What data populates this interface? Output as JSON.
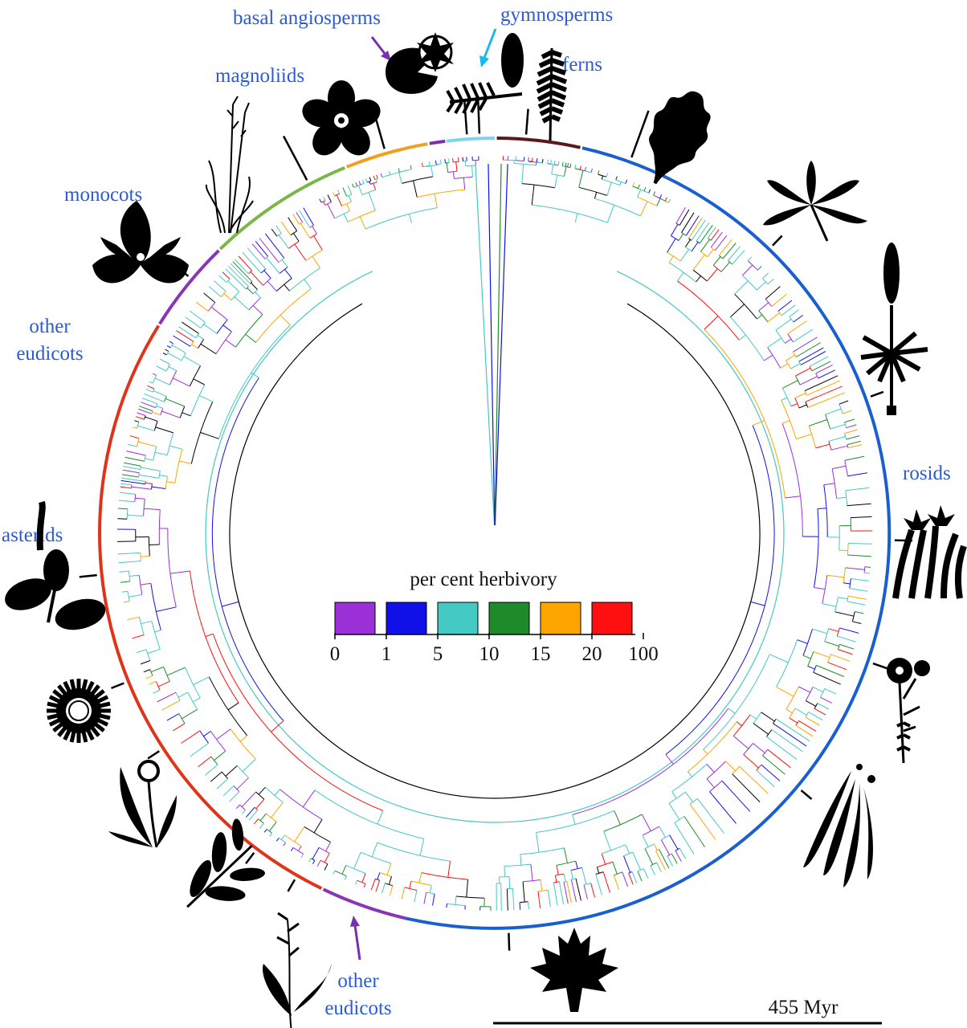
{
  "legend": {
    "title": "per cent herbivory",
    "ticks": [
      "0",
      "1",
      "5",
      "10",
      "15",
      "20",
      "100"
    ],
    "colors": [
      "#9b30d9",
      "#1010e8",
      "#45c9c4",
      "#1f8a2a",
      "#ffa500",
      "#ff1010"
    ]
  },
  "clades": {
    "basal_angiosperms": "basal angiosperms",
    "gymnosperms": "gymnosperms",
    "ferns": "ferns",
    "magnoliids": "magnoliids",
    "monocots": "monocots",
    "other_eudicots_top": [
      "other",
      "eudicots"
    ],
    "asterids": "asterids",
    "rosids": "rosids",
    "other_eudicots_bottom": [
      "other",
      "eudicots"
    ]
  },
  "scale_bar": {
    "label": "455 Myr"
  },
  "arc_colors": {
    "ferns": "#5a1a1a",
    "gymnosperms": "#7fd3f0",
    "basal": "#7a2fb0",
    "magnoliids": "#f0a020",
    "monocots": "#7ab648",
    "other_eudicots": "#8a35b8",
    "asterids": "#e0341a",
    "rosids": "#1a5fd0"
  },
  "arrow_colors": {
    "basal": "#7a2fb0",
    "gymnosperms": "#1cb8ea",
    "other_eudicots_bottom": "#7a2fb0"
  },
  "icons": [
    "water-lily-icon",
    "conifer-icon",
    "fern-icon",
    "anemone-flower-icon",
    "grass-icon",
    "trillium-icon",
    "oak-leaf-icon",
    "palmate-leaf-icon",
    "lupine-icon",
    "cannabis-icon",
    "flax-icon",
    "eucalyptus-icon",
    "maple-leaf-icon",
    "dock-plant-icon",
    "willow-branch-icon",
    "dandelion-icon",
    "aster-flower-icon",
    "plantain-icon"
  ]
}
